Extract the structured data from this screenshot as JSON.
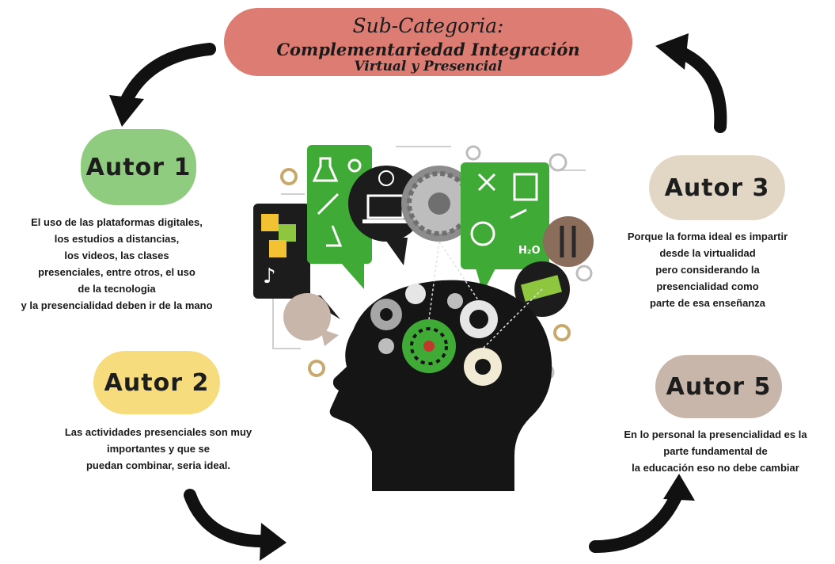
{
  "header": {
    "line1": "Sub-Categoria:",
    "line2": "Complementariedad Integración",
    "line3": "Virtual y Presencial"
  },
  "authors": [
    {
      "label": "Autor 1",
      "color": "#8fcc7f",
      "lines": [
        "El uso de las plataformas digitales,",
        "los estudios a distancias,",
        "los videos, las clases",
        "presenciales, entre otros, el uso",
        "de la tecnologia",
        "y la presencialidad deben ir de la mano"
      ]
    },
    {
      "label": "Autor 2",
      "color": "#f6dc7d",
      "lines": [
        "Las actividades presenciales son muy",
        "importantes y que se",
        "puedan combinar, seria ideal."
      ]
    },
    {
      "label": "Autor 3",
      "color": "#e2d7c5",
      "lines": [
        "Porque la forma ideal es impartir",
        "desde la virtualidad",
        "pero considerando la",
        "presencialidad como",
        "parte de esa enseñanza"
      ]
    },
    {
      "label": "Autor 5",
      "color": "#c8b6aa",
      "lines": [
        "En lo personal la presencialidad es la",
        "parte fundamental de",
        "la educación eso no debe cambiar"
      ]
    }
  ],
  "illustration": {
    "icon_text": "H₂O"
  }
}
